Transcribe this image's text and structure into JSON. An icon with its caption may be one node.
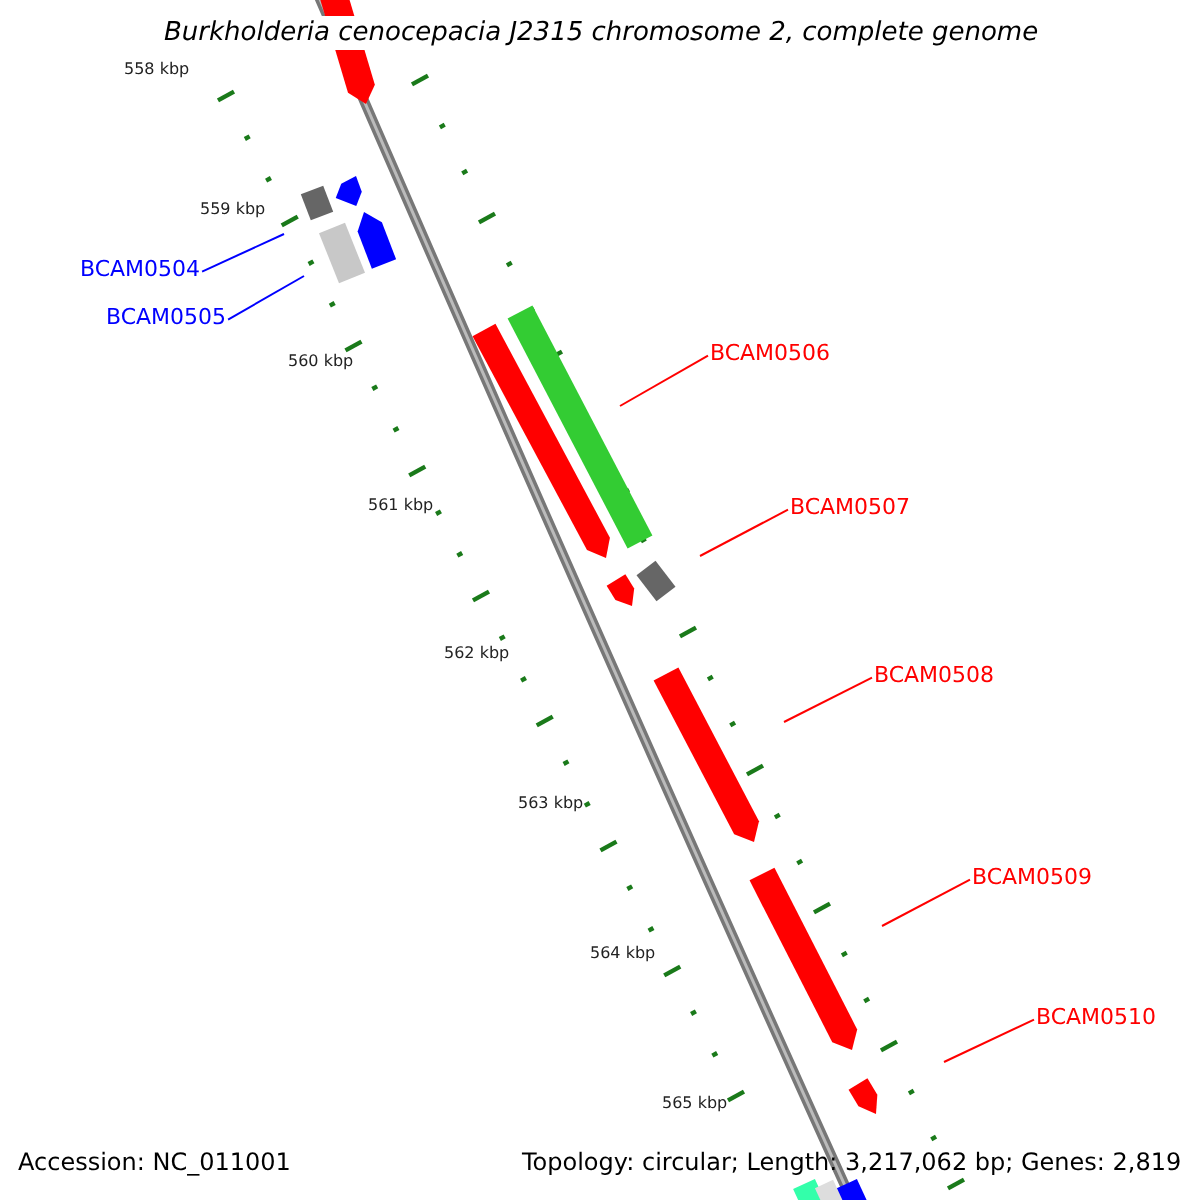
{
  "diagram": {
    "title": "Burkholderia cenocepacia J2315 chromosome 2, complete genome",
    "nodes": [
      {
        "text": [
          "BCAM0504"
        ]
      },
      {
        "text": [
          "BCAM0505"
        ]
      },
      {
        "text": [
          "BCAM0506"
        ]
      },
      {
        "text": [
          "BCAM0507"
        ]
      },
      {
        "text": [
          "BCAM0508"
        ]
      },
      {
        "text": [
          "BCAM0509"
        ]
      },
      {
        "text": [
          "BCAM0510"
        ]
      }
    ],
    "edges": [
      {
        "from": 0,
        "to": null,
        "arrow": "none",
        "color": "#0000ff"
      },
      {
        "from": 1,
        "to": null,
        "arrow": "none",
        "color": "#0000ff"
      },
      {
        "from": 2,
        "to": null,
        "arrow": "none"
      },
      {
        "from": 3,
        "to": null,
        "arrow": "none"
      },
      {
        "from": 4,
        "to": null,
        "arrow": "none"
      },
      {
        "from": 5,
        "to": null,
        "arrow": "none"
      },
      {
        "from": 6,
        "to": null,
        "arrow": "none"
      }
    ],
    "labels": [
      "558 kbp",
      "559 kbp",
      "560 kbp",
      "561 kbp",
      "562 kbp",
      "563 kbp",
      "564 kbp",
      "565 kbp",
      "Accession: NC_011001",
      "Topology: circular; Length: 3,217,062 bp; Genes: 2,819"
    ]
  }
}
